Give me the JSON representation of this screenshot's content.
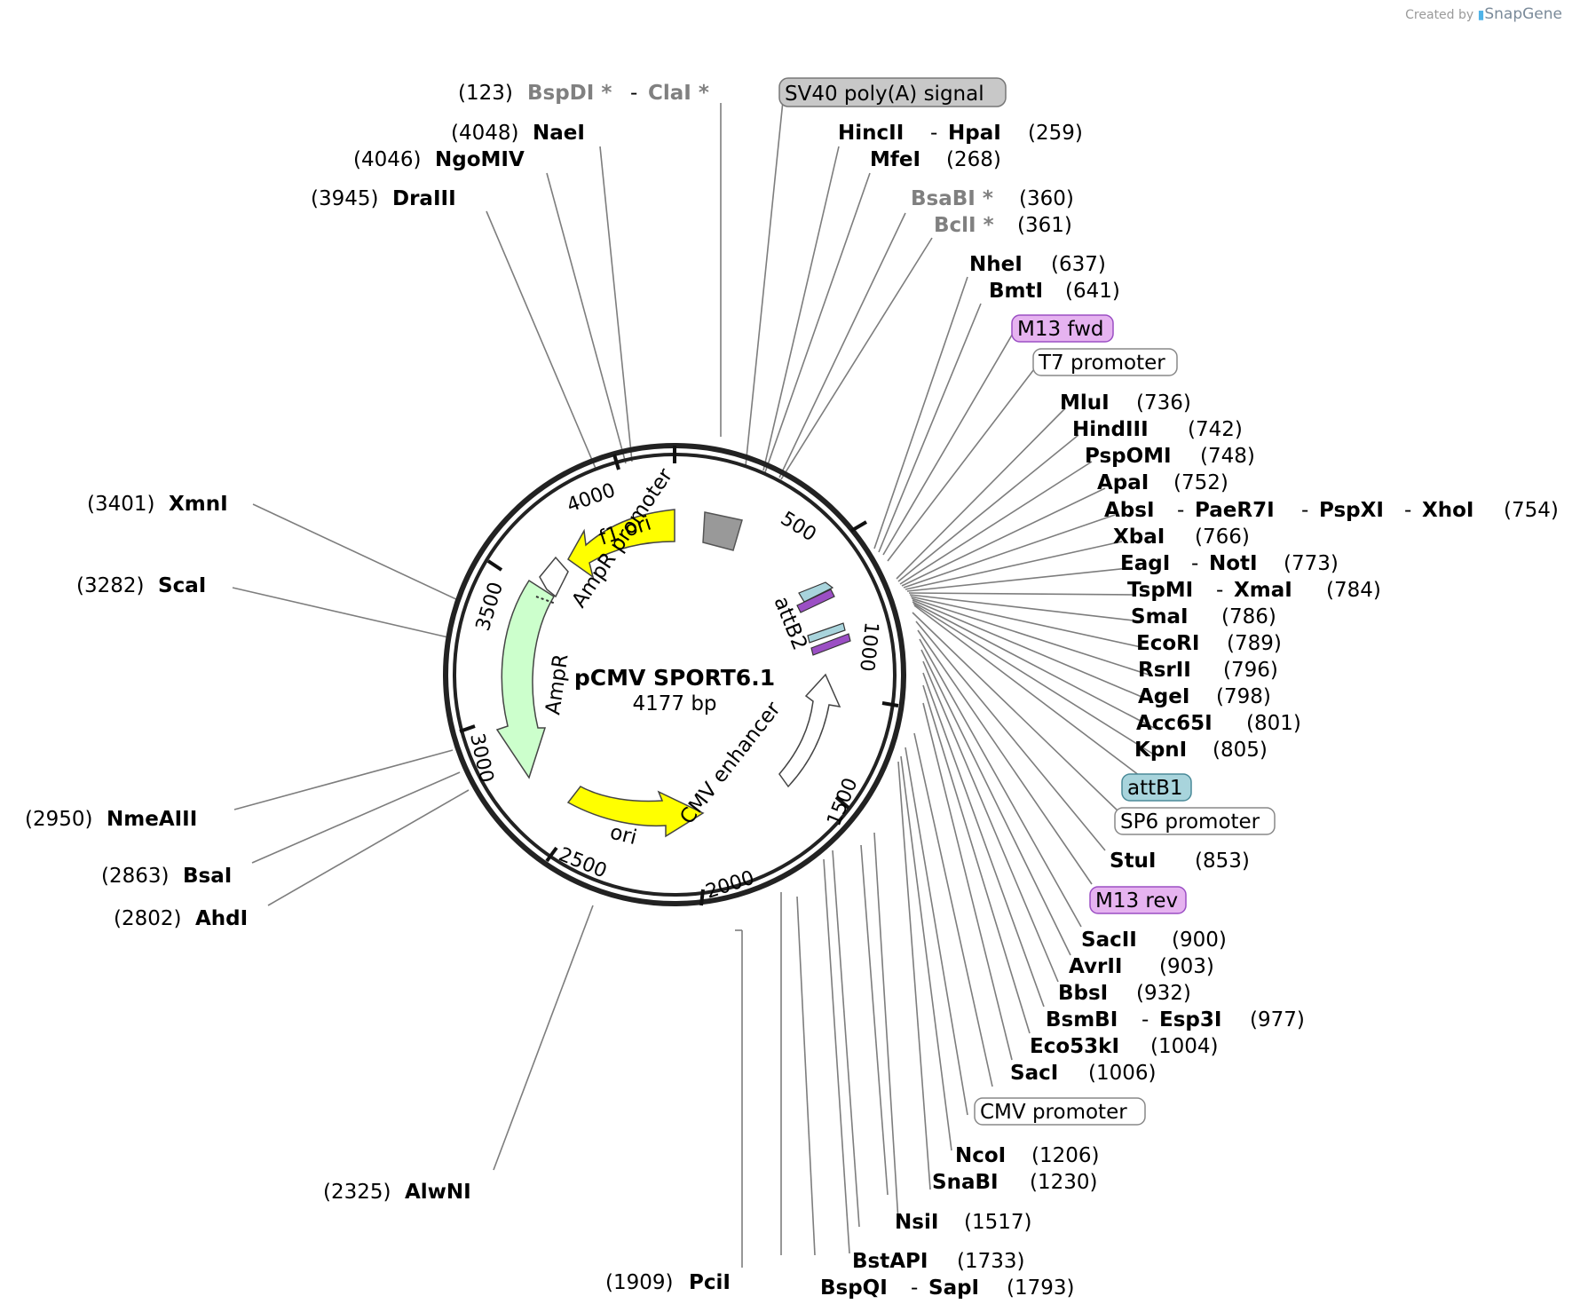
{
  "credit": {
    "prefix": "Created by",
    "brand": "SnapGene",
    "icon": "snapgene-logo-icon"
  },
  "plasmid": {
    "name": "pCMV SPORT6.1",
    "length_label": "4177 bp"
  },
  "tick_labels": [
    "500",
    "1000",
    "1500",
    "2000",
    "2500",
    "3000",
    "3500",
    "4000"
  ],
  "feature_labels": {
    "f1_ori": "f1 ori",
    "ampr_promoter": "AmpR promoter",
    "ampr": "AmpR",
    "ori": "ori",
    "cmv_enhancer": "CMV enhancer",
    "attb2": "attB2"
  },
  "colors": {
    "yellow": "#ffff00",
    "ampr_green": "#ccffcc",
    "grey_feature": "#999999",
    "purple": "#e6b3f0",
    "teal": "#a8d4dc",
    "boxed_grey": "#c8c8c8"
  },
  "sites_left": [
    {
      "pos": "(123)",
      "name": "BspDI *",
      "name2": "ClaI *",
      "sep": "-",
      "grey": true
    },
    {
      "pos": "(4048)",
      "name": "NaeI"
    },
    {
      "pos": "(4046)",
      "name": "NgoMIV"
    },
    {
      "pos": "(3945)",
      "name": "DraIII"
    },
    {
      "pos": "(3401)",
      "name": "XmnI"
    },
    {
      "pos": "(3282)",
      "name": "ScaI"
    },
    {
      "pos": "(2950)",
      "name": "NmeAIII"
    },
    {
      "pos": "(2863)",
      "name": "BsaI"
    },
    {
      "pos": "(2802)",
      "name": "AhdI"
    },
    {
      "pos": "(2325)",
      "name": "AlwNI"
    },
    {
      "pos": "(1909)",
      "name": "PciI"
    }
  ],
  "sites_right": [
    {
      "name": "HincII",
      "sep": "-",
      "name2": "HpaI",
      "pos": "(259)"
    },
    {
      "name": "MfeI",
      "pos": "(268)"
    },
    {
      "name": "BsaBI *",
      "pos": "(360)",
      "grey": true
    },
    {
      "name": "BclI *",
      "pos": "(361)",
      "grey": true
    },
    {
      "name": "NheI",
      "pos": "(637)"
    },
    {
      "name": "BmtI",
      "pos": "(641)"
    },
    {
      "name": "MluI",
      "pos": "(736)"
    },
    {
      "name": "HindIII",
      "pos": "(742)"
    },
    {
      "name": "PspOMI",
      "pos": "(748)"
    },
    {
      "name": "ApaI",
      "pos": "(752)"
    },
    {
      "name": "AbsI",
      "sep": "-",
      "name2": "PaeR7I",
      "sep2": "-",
      "name3": "PspXI",
      "sep3": "-",
      "name4": "XhoI",
      "pos": "(754)"
    },
    {
      "name": "XbaI",
      "pos": "(766)"
    },
    {
      "name": "EagI",
      "sep": "-",
      "name2": "NotI",
      "pos": "(773)"
    },
    {
      "name": "TspMI",
      "sep": "-",
      "name2": "XmaI",
      "pos": "(784)"
    },
    {
      "name": "SmaI",
      "pos": "(786)"
    },
    {
      "name": "EcoRI",
      "pos": "(789)"
    },
    {
      "name": "RsrII",
      "pos": "(796)"
    },
    {
      "name": "AgeI",
      "pos": "(798)"
    },
    {
      "name": "Acc65I",
      "pos": "(801)"
    },
    {
      "name": "KpnI",
      "pos": "(805)"
    },
    {
      "name": "StuI",
      "pos": "(853)"
    },
    {
      "name": "SacII",
      "pos": "(900)"
    },
    {
      "name": "AvrII",
      "pos": "(903)"
    },
    {
      "name": "BbsI",
      "pos": "(932)"
    },
    {
      "name": "BsmBI",
      "sep": "-",
      "name2": "Esp3I",
      "pos": "(977)"
    },
    {
      "name": "Eco53kI",
      "pos": "(1004)"
    },
    {
      "name": "SacI",
      "pos": "(1006)"
    },
    {
      "name": "NcoI",
      "pos": "(1206)"
    },
    {
      "name": "SnaBI",
      "pos": "(1230)"
    },
    {
      "name": "NsiI",
      "pos": "(1517)"
    },
    {
      "name": "BstAPI",
      "pos": "(1733)"
    },
    {
      "name": "BspQI",
      "sep": "-",
      "name2": "SapI",
      "pos": "(1793)"
    }
  ],
  "boxed_features": {
    "sv40": "SV40 poly(A) signal",
    "m13fwd": "M13 fwd",
    "t7": "T7 promoter",
    "attb1": "attB1",
    "sp6": "SP6 promoter",
    "m13rev": "M13 rev",
    "cmvpromoter": "CMV promoter"
  }
}
